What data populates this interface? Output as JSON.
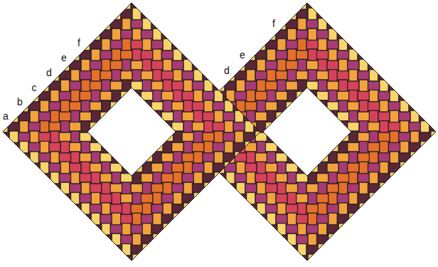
{
  "diagram": {
    "labels": [
      "a",
      "b",
      "c",
      "d",
      "e",
      "f",
      "d",
      "e",
      "f"
    ]
  }
}
